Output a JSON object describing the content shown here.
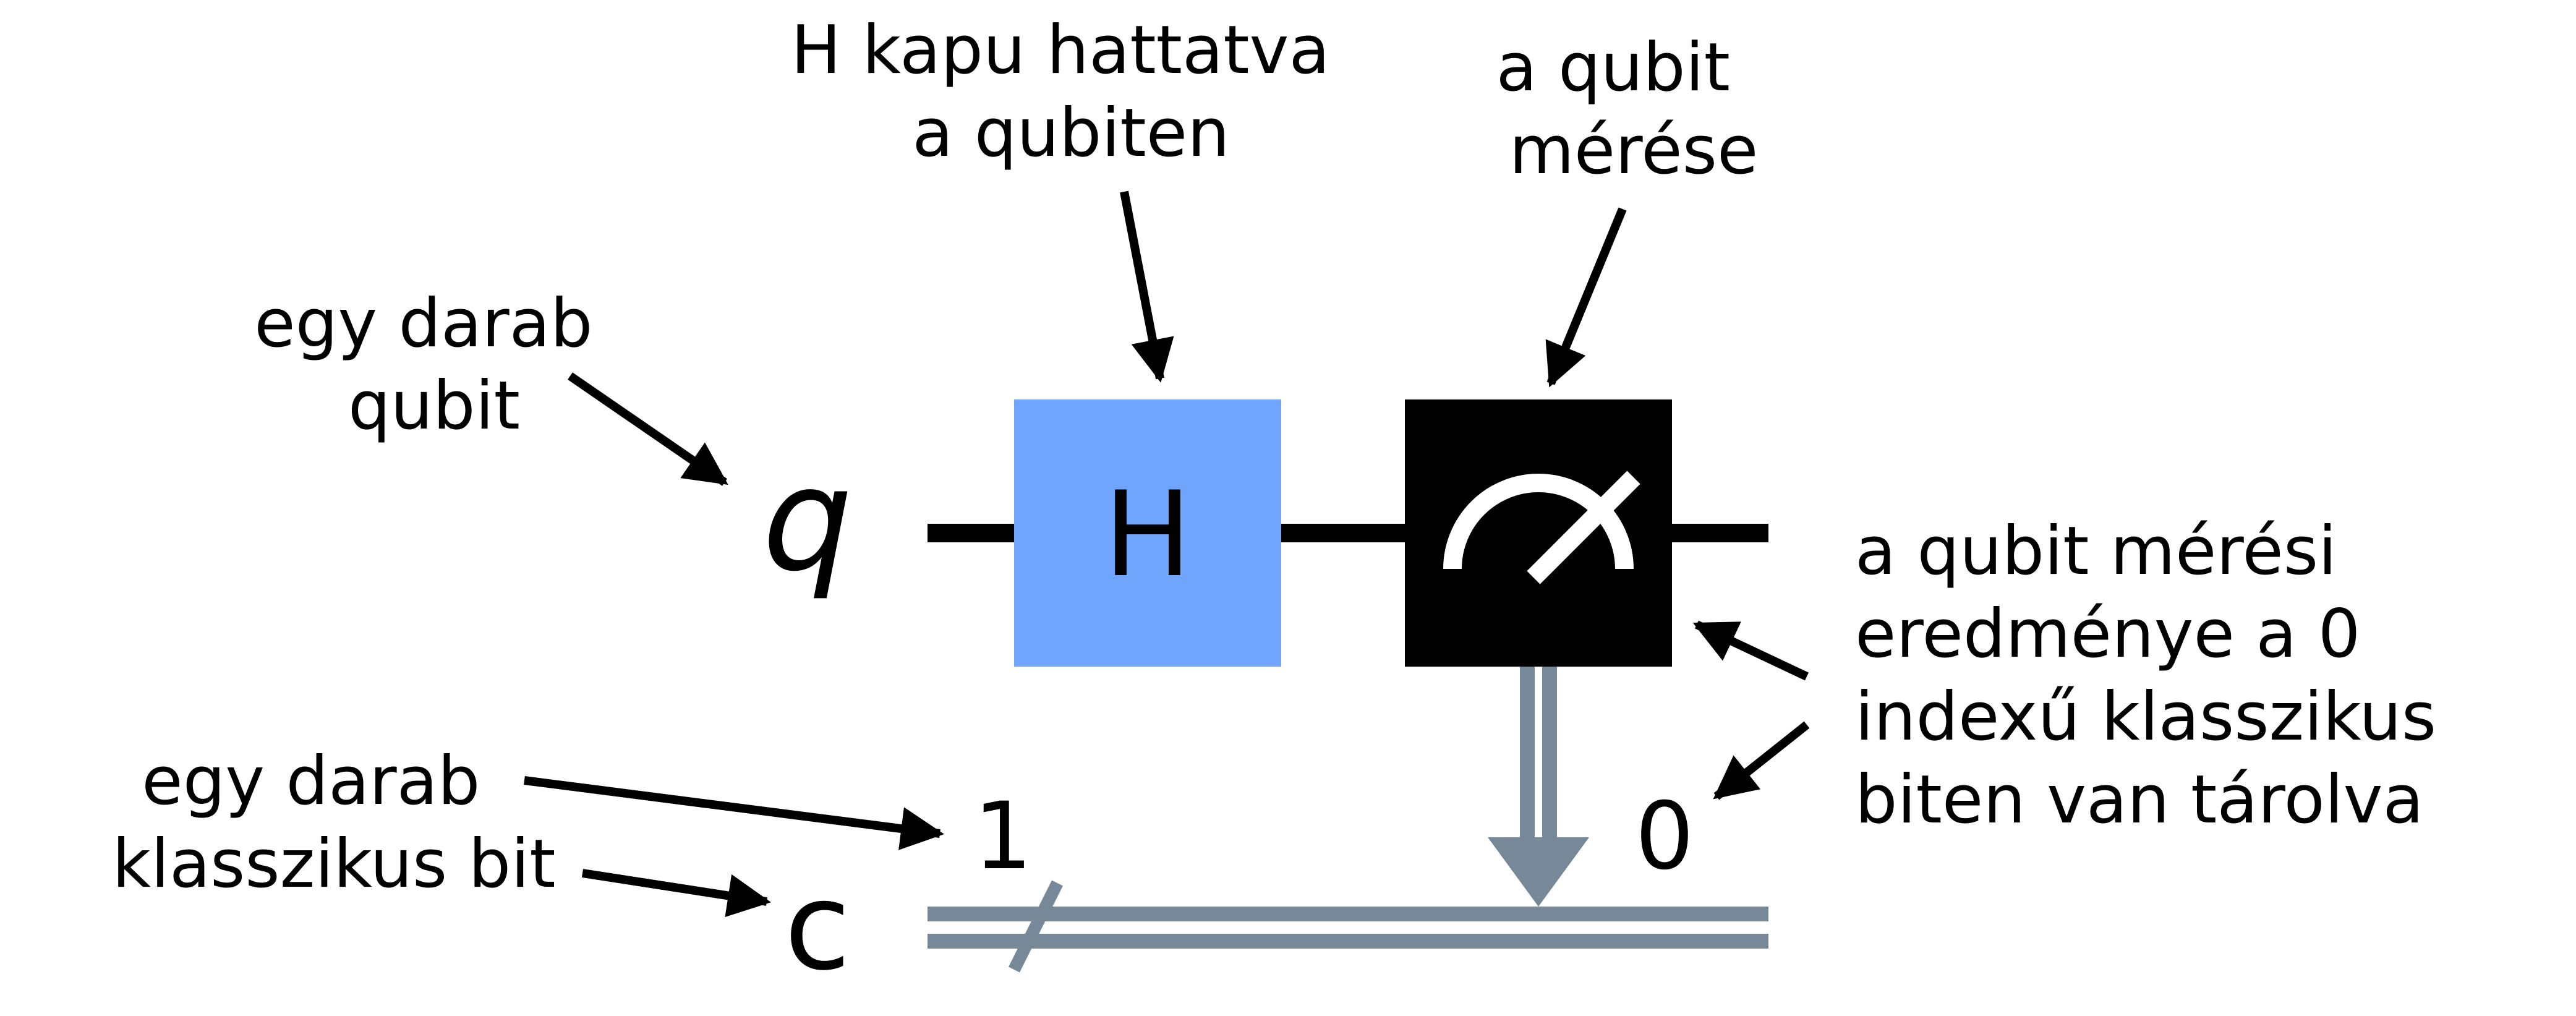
{
  "colors": {
    "hadamard_gate": "#6fa5fd",
    "measure_gate": "#000000",
    "classical_wire": "#778899",
    "quantum_wire": "#000000",
    "arrow": "#000000",
    "text": "#000000",
    "background": "#ffffff"
  },
  "registers": {
    "quantum": "q",
    "classical": "c",
    "classical_size": "1"
  },
  "gates": {
    "hadamard": "H",
    "measure_icon": "meter-icon"
  },
  "measurement_target_index": "0",
  "annotations": {
    "qubit": [
      "egy darab",
      "qubit"
    ],
    "hadamard": [
      "H kapu hattatva",
      "a qubiten"
    ],
    "measure": [
      "a qubit",
      "mérése"
    ],
    "result": [
      "a qubit mérési",
      "eredménye a 0",
      "indexű klasszikus",
      "biten van tárolva"
    ],
    "classical_bit": [
      "egy darab",
      "klasszikus bit"
    ]
  }
}
